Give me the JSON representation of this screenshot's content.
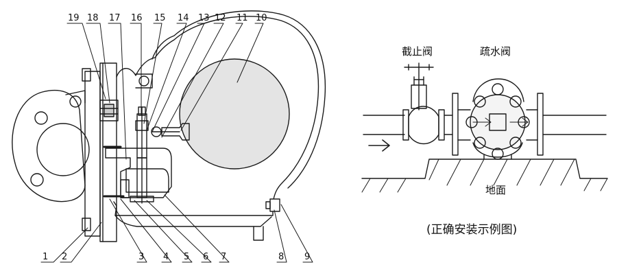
{
  "part_numbers_top": [
    "19",
    "18",
    "17",
    "16",
    "15",
    "14",
    "13",
    "12",
    "11",
    "10"
  ],
  "part_numbers_bottom": [
    "1",
    "2",
    "3",
    "4",
    "5",
    "6",
    "7",
    "8",
    "9"
  ],
  "install": {
    "stop_valve_label": "截止阀",
    "trap_label": "疏水阀",
    "ground_label": "地面",
    "caption": "(正确安装示例图)"
  },
  "colors": {
    "line": "#1a1a1a",
    "ball_fill": "#e4e4e4",
    "body_fill": "#f4f4f4"
  }
}
